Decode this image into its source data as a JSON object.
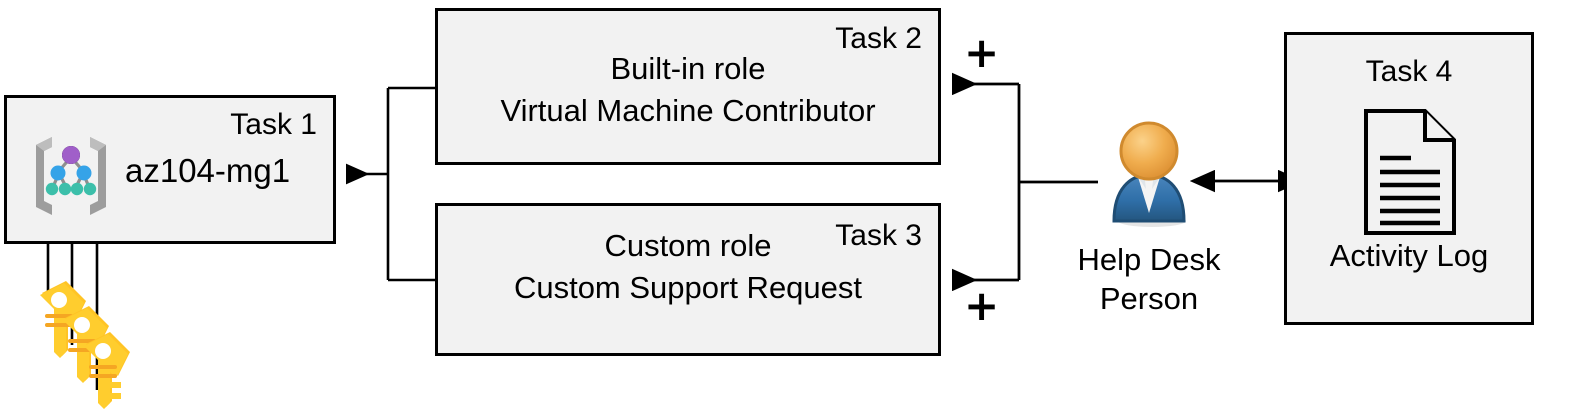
{
  "diagram": {
    "title": "Azure RBAC task diagram",
    "background": "#ffffff",
    "box_fill": "#f2f2f2",
    "box_stroke": "#000000",
    "accent_key": "#ffc425",
    "accent_person_head": "#e8a33d",
    "accent_person_body": "#2e6da4"
  },
  "task1": {
    "tag": "Task 1",
    "label": "az104-mg1",
    "icon": "management-group-icon"
  },
  "task2": {
    "tag": "Task 2",
    "line1": "Built-in role",
    "line2": "Virtual Machine Contributor"
  },
  "task3": {
    "tag": "Task 3",
    "line1": "Custom role",
    "line2": "Custom Support Request"
  },
  "task4": {
    "tag": "Task 4",
    "label": "Activity Log",
    "icon": "document-icon"
  },
  "person": {
    "caption_line1": "Help Desk",
    "caption_line2": "Person",
    "icon": "user-person-icon"
  },
  "keys": {
    "icon": "keys-icon",
    "count": 3
  },
  "operators": {
    "plus_top": "+",
    "plus_bottom": "+"
  }
}
